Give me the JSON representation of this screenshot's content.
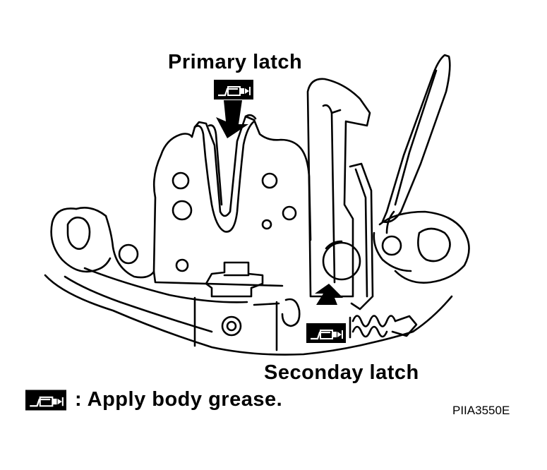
{
  "labels": {
    "primary_latch": "Primary latch",
    "secondary_latch": "Seconday latch",
    "legend_text": ": Apply body grease.",
    "figure_code": "PIIA3550E"
  },
  "icons": {
    "grease_symbol": "grease-gun-icon",
    "pointer": "arrow-icon"
  },
  "colors": {
    "line": "#000000",
    "background": "#ffffff"
  }
}
